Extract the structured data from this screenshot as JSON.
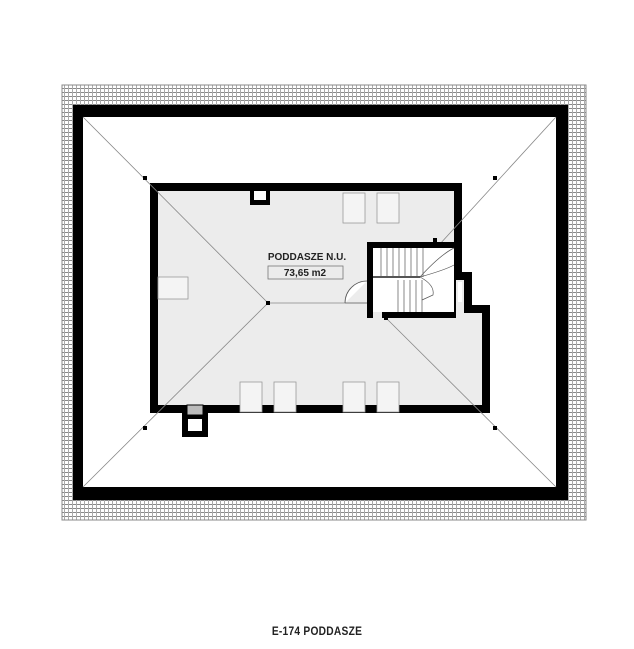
{
  "plan": {
    "room_name": "PODDASZE N.U.",
    "room_area": "73,65 m2",
    "caption": "E-174 PODDASZE"
  },
  "colors": {
    "walls": "#000000",
    "room_fill": "#ececec",
    "roof_lines": "#888888",
    "hatch": "#777777"
  }
}
